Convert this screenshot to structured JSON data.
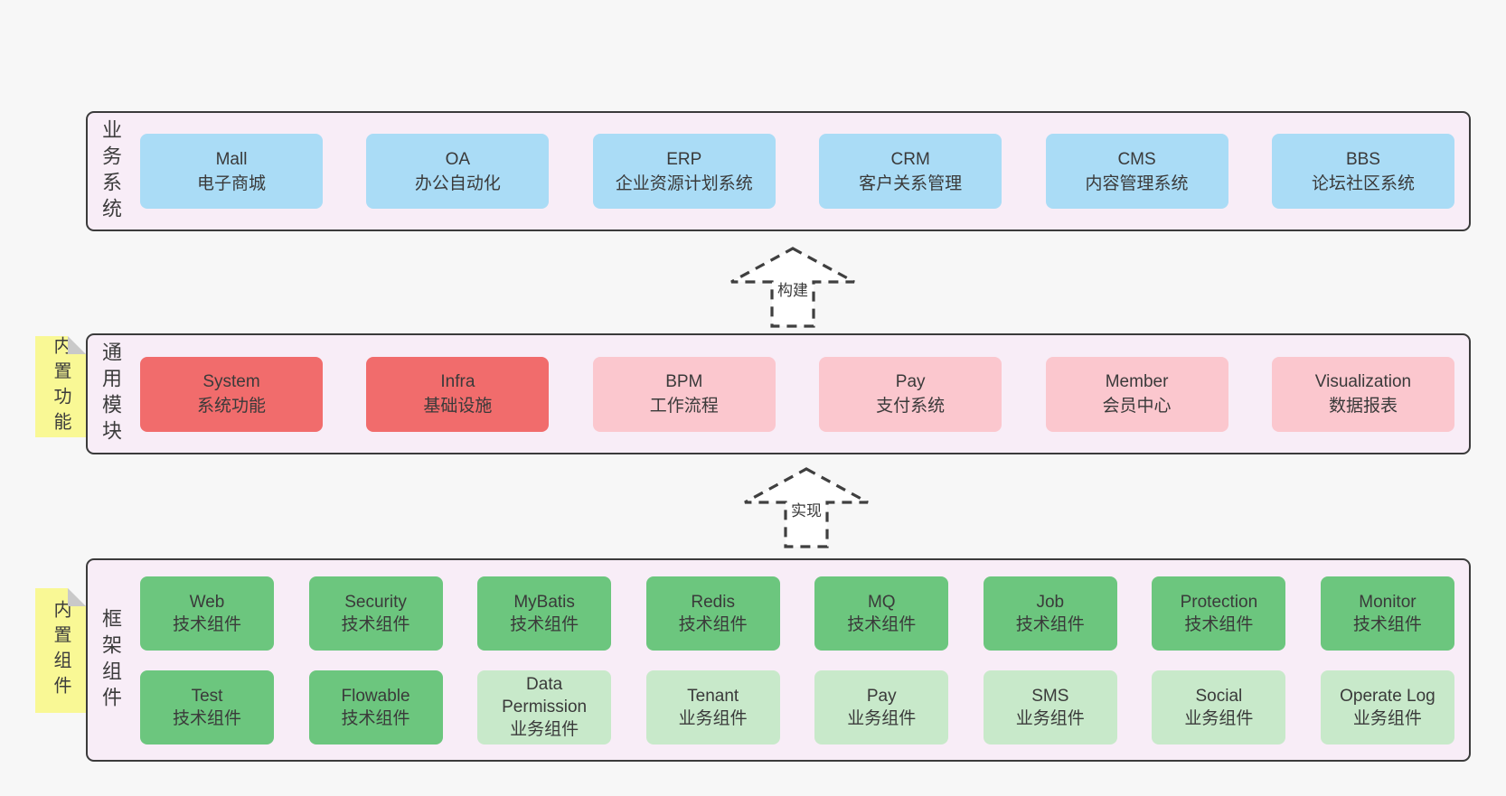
{
  "palette": {
    "page_bg": "#f7f7f7",
    "band_bg": "#f8edf7",
    "band_border": "#3b3b3b",
    "blue": "#aadcf6",
    "red": "#f16c6c",
    "pink": "#fbc7ce",
    "green": "#6cc67e",
    "light_green": "#c8e9ca",
    "sticky_yellow": "#f9f895",
    "text": "#3c3c3c"
  },
  "arrows": [
    {
      "label": "构建"
    },
    {
      "label": "实现"
    }
  ],
  "bands": [
    {
      "label": "业务系统",
      "nodes": [
        {
          "title": "Mall",
          "subtitle": "电子商城",
          "type": "blue"
        },
        {
          "title": "OA",
          "subtitle": "办公自动化",
          "type": "blue"
        },
        {
          "title": "ERP",
          "subtitle": "企业资源计划系统",
          "type": "blue"
        },
        {
          "title": "CRM",
          "subtitle": "客户关系管理",
          "type": "blue"
        },
        {
          "title": "CMS",
          "subtitle": "内容管理系统",
          "type": "blue"
        },
        {
          "title": "BBS",
          "subtitle": "论坛社区系统",
          "type": "blue"
        }
      ]
    },
    {
      "label": "通用模块",
      "sticky": "内置功能",
      "nodes": [
        {
          "title": "System",
          "subtitle": "系统功能",
          "type": "red"
        },
        {
          "title": "Infra",
          "subtitle": "基础设施",
          "type": "red"
        },
        {
          "title": "BPM",
          "subtitle": "工作流程",
          "type": "pink"
        },
        {
          "title": "Pay",
          "subtitle": "支付系统",
          "type": "pink"
        },
        {
          "title": "Member",
          "subtitle": "会员中心",
          "type": "pink"
        },
        {
          "title": "Visualization",
          "subtitle": "数据报表",
          "type": "pink"
        }
      ]
    },
    {
      "label": "框架组件",
      "sticky": "内置组件",
      "rows": [
        [
          {
            "title": "Web",
            "subtitle": "技术组件",
            "type": "green"
          },
          {
            "title": "Security",
            "subtitle": "技术组件",
            "type": "green"
          },
          {
            "title": "MyBatis",
            "subtitle": "技术组件",
            "type": "green"
          },
          {
            "title": "Redis",
            "subtitle": "技术组件",
            "type": "green"
          },
          {
            "title": "MQ",
            "subtitle": "技术组件",
            "type": "green"
          },
          {
            "title": "Job",
            "subtitle": "技术组件",
            "type": "green"
          },
          {
            "title": "Protection",
            "subtitle": "技术组件",
            "type": "green"
          },
          {
            "title": "Monitor",
            "subtitle": "技术组件",
            "type": "green"
          }
        ],
        [
          {
            "title": "Test",
            "subtitle": "技术组件",
            "type": "green"
          },
          {
            "title": "Flowable",
            "subtitle": "技术组件",
            "type": "green"
          },
          {
            "title": "Data Permission",
            "subtitle": "业务组件",
            "type": "lgreen"
          },
          {
            "title": "Tenant",
            "subtitle": "业务组件",
            "type": "lgreen"
          },
          {
            "title": "Pay",
            "subtitle": "业务组件",
            "type": "lgreen"
          },
          {
            "title": "SMS",
            "subtitle": "业务组件",
            "type": "lgreen"
          },
          {
            "title": "Social",
            "subtitle": "业务组件",
            "type": "lgreen"
          },
          {
            "title": "Operate Log",
            "subtitle": "业务组件",
            "type": "lgreen"
          }
        ]
      ]
    }
  ]
}
